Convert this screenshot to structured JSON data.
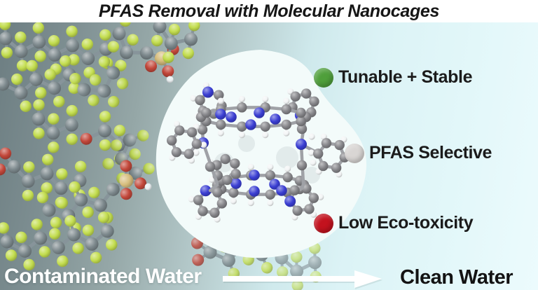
{
  "title": "PFAS Removal with Molecular Nanocages",
  "features": [
    {
      "label": "Tunable + Stable",
      "dot_color": "#4f9f3b",
      "dot_name": "green-dot"
    },
    {
      "label": "PFAS Selective",
      "dot_color": "#d9d6d4",
      "dot_name": "gray-dot"
    },
    {
      "label": "Low Eco-toxicity",
      "dot_color": "#c3121e",
      "dot_name": "red-dot"
    }
  ],
  "bottom": {
    "left_label": "Contaminated Water",
    "right_label": "Clean Water",
    "arrow_color": "#ffffff"
  },
  "colors": {
    "title_text": "#161616",
    "feature_text": "#1b1b1b",
    "halo": "#f3fbfa",
    "background_dark": "#6d7e82",
    "background_light": "#ecfbfd",
    "contaminated_text": "#ffffff",
    "clean_text": "#131313"
  },
  "molecule_palette": {
    "carbon": "#7d898d",
    "fluorine": "#c3dd4f",
    "oxygen": "#c2473a",
    "sulfur": "#d6bd7d",
    "hydrogen": "#e8eef0",
    "cage_carbon": "#848488",
    "cage_nitrogen": "#3a3ed2",
    "cage_hydrogen": "#f2f4f5"
  }
}
